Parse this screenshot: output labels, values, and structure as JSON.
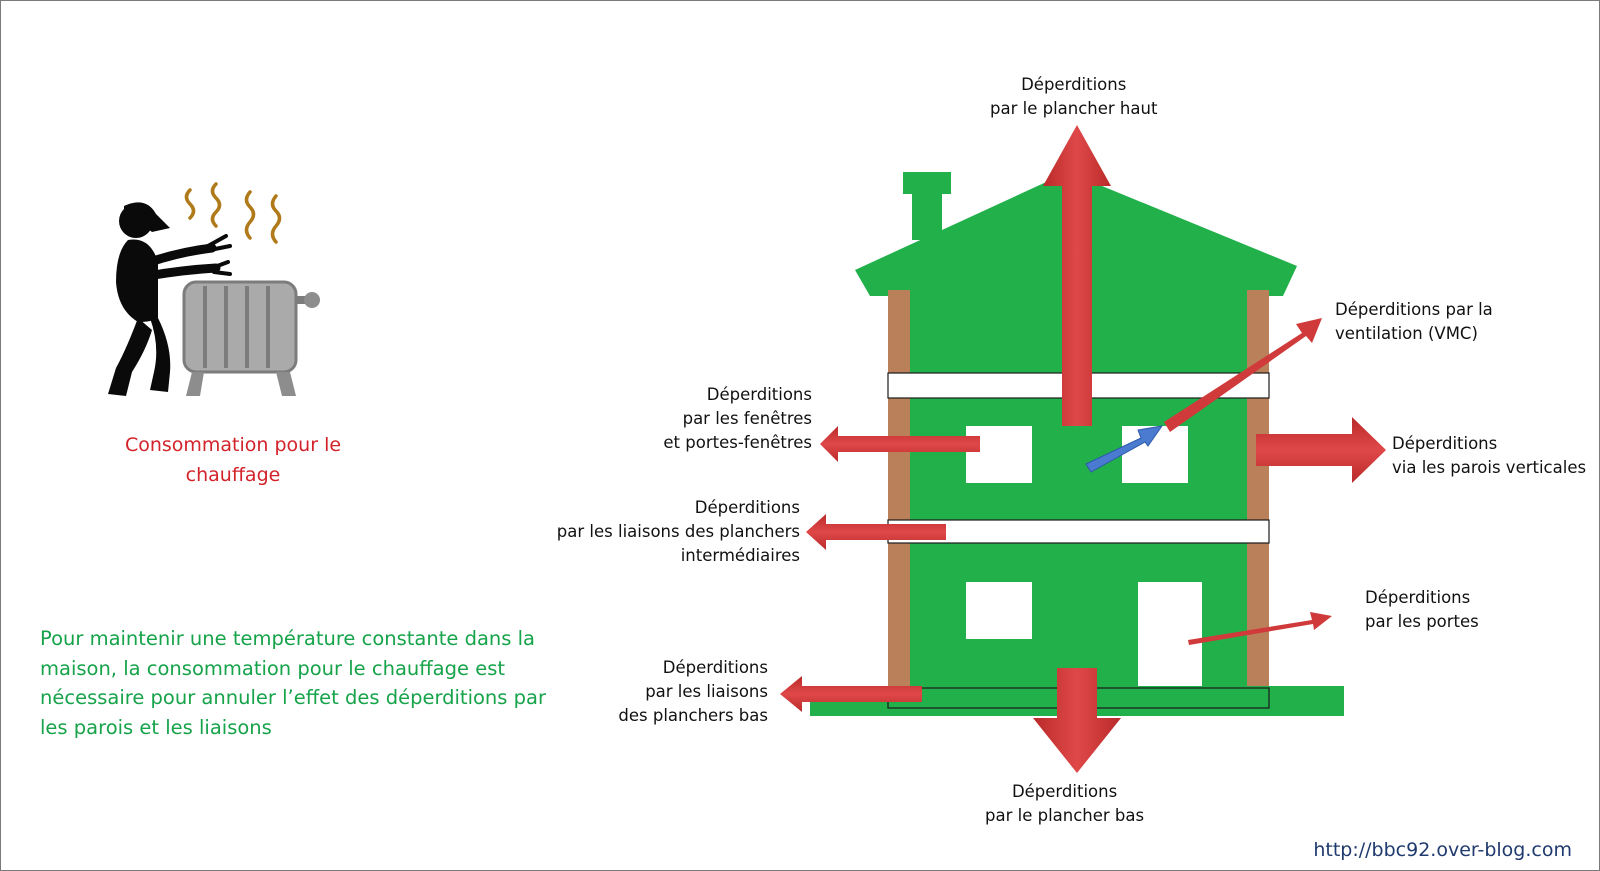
{
  "colors": {
    "house_green": "#22b04b",
    "heat_arrow_red": "#cc3333",
    "vmc_arrow_blue": "#4a7bd0",
    "wall_brown": "#b9805a",
    "heater_gray": "#a9a9a9",
    "steam_brown": "#b07a1a"
  },
  "icons": {
    "person": "person-warming-icon",
    "radiator": "radiator-icon",
    "steam": "steam-icon"
  },
  "caption": {
    "heating_line1": "Consommation pour le",
    "heating_line2": "chauffage"
  },
  "explanation": "Pour maintenir une température constante dans la maison, la consommation pour le chauffage est nécessaire pour annuler l’effet des déperditions par les parois et les liaisons",
  "labels": {
    "plancher_haut": [
      "Déperditions",
      "par le plancher haut"
    ],
    "ventilation": [
      "Déperditions par la",
      "ventilation (VMC)"
    ],
    "fenetres": [
      "Déperditions",
      "par les fenêtres",
      "et portes-fenêtres"
    ],
    "parois_verticales": [
      "Déperditions",
      "via les parois verticales"
    ],
    "planchers_intermediaires": [
      "Déperditions",
      "par les liaisons des planchers",
      "intermédiaires"
    ],
    "portes": [
      "Déperditions",
      "par les portes"
    ],
    "planchers_bas_liaisons": [
      "Déperditions",
      "par les liaisons",
      "des planchers bas"
    ],
    "plancher_bas": [
      "Déperditions",
      "par le plancher bas"
    ]
  },
  "source_url": "http://bbc92.over-blog.com"
}
